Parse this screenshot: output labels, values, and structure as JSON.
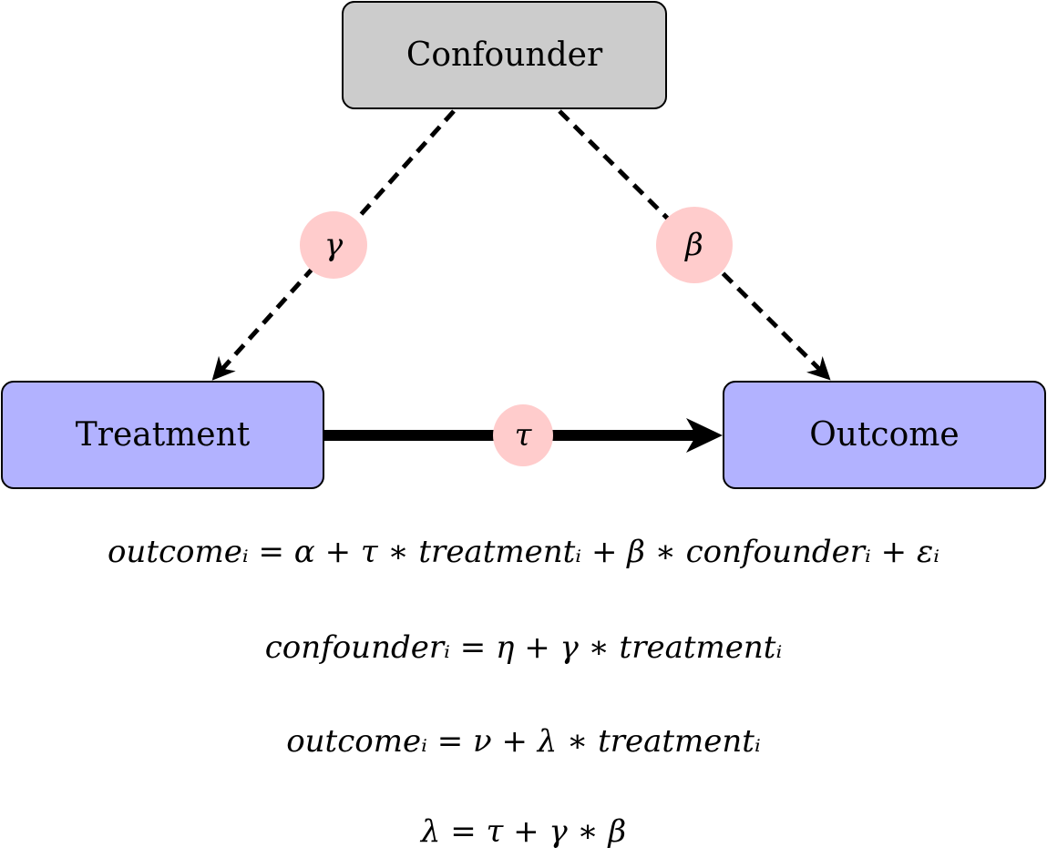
{
  "nodes": {
    "confounder": {
      "label": "Confounder",
      "color": "#cccccc"
    },
    "treatment": {
      "label": "Treatment",
      "color": "#b2b2ff"
    },
    "outcome": {
      "label": "Outcome",
      "color": "#b2b2ff"
    }
  },
  "edges": [
    {
      "from": "confounder",
      "to": "treatment",
      "style": "dashed",
      "label": "γ"
    },
    {
      "from": "confounder",
      "to": "outcome",
      "style": "dashed",
      "label": "β"
    },
    {
      "from": "treatment",
      "to": "outcome",
      "style": "solid-thick",
      "label": "τ"
    }
  ],
  "edge_label_color": "#ffcccc",
  "equations": [
    "outcomeᵢ = α + τ ∗ treatmentᵢ + β ∗ confounderᵢ + εᵢ",
    "confounderᵢ = η + γ ∗ treatmentᵢ",
    "outcomeᵢ = ν + λ ∗ treatmentᵢ",
    "λ = τ + γ ∗ β"
  ]
}
